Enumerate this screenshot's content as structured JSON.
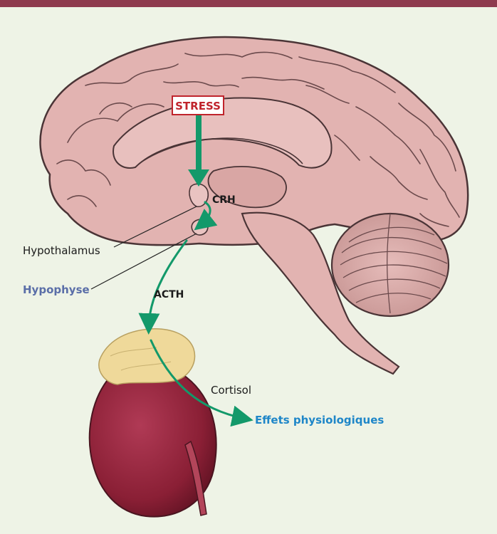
{
  "labels": {
    "stress": "STRESS",
    "crh": "CRH",
    "hypothalamus": "Hypothalamus",
    "hypophyse": "Hypophyse",
    "acth": "ACTH",
    "cortisol": "Cortisol",
    "effets": "Effets physiologiques"
  },
  "colors": {
    "top_bar": "#8e3a4e",
    "background": "#eef3e6",
    "brain_fill": "#e2b3b1",
    "brain_stroke": "#4a3436",
    "arrow_green": "#13996a",
    "stress_red": "#c0242c",
    "hypophyse_blue": "#5a6ea8",
    "effets_blue": "#1e86c8",
    "adrenal_yellow": "#efd99a",
    "kidney_red": "#8a1f35"
  }
}
